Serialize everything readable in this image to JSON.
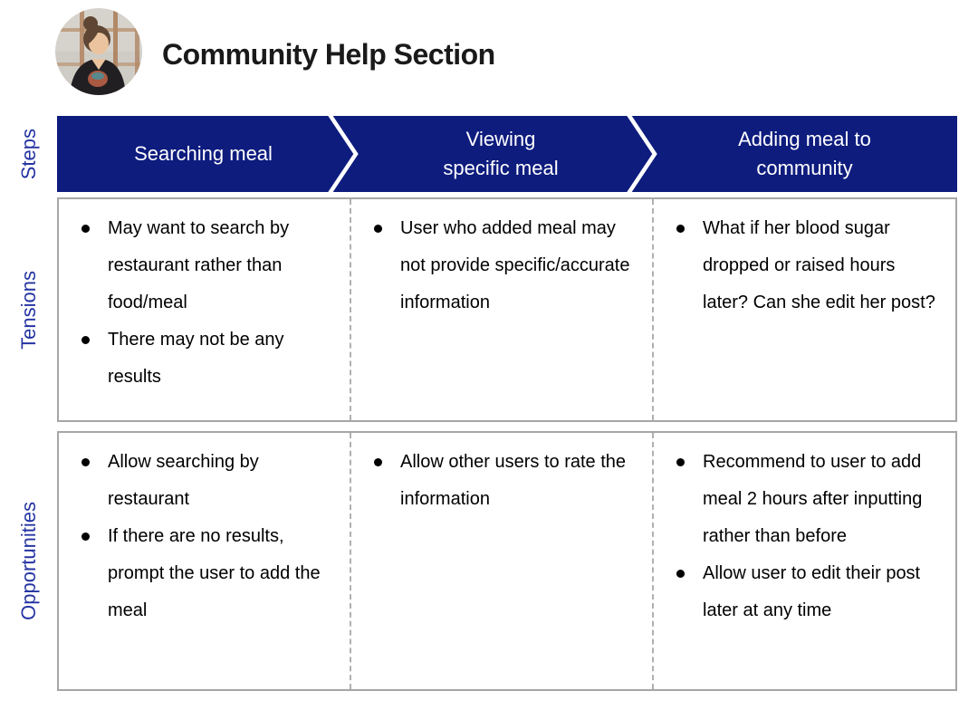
{
  "header": {
    "title": "Community Help Section",
    "avatar": "woman-profile-photo"
  },
  "colors": {
    "bar_navy": "#0e1c7e",
    "row_label_blue": "#2434a2",
    "box_border_gray": "#a6a6a6",
    "column_divider_gray": "#b0b0b0",
    "body_text": "#000000"
  },
  "steps": {
    "label": "Steps",
    "items": [
      "Searching meal",
      "Viewing\nspecific meal",
      "Adding meal to\ncommunity"
    ]
  },
  "tensions": {
    "label": "Tensions",
    "columns": [
      [
        "May want to search by restaurant rather than food/meal",
        "There may not be any results"
      ],
      [
        "User who added meal may not provide specific/accurate information"
      ],
      [
        "What if her blood sugar dropped or raised hours later? Can she edit her post?"
      ]
    ]
  },
  "opportunities": {
    "label": "Opportunities",
    "columns": [
      [
        "Allow searching by restaurant",
        "If there are no results, prompt the user to add the meal"
      ],
      [
        "Allow other users to rate the information"
      ],
      [
        "Recommend to user to add meal 2 hours after inputting rather than before",
        "Allow user to edit their post later at any time"
      ]
    ]
  }
}
